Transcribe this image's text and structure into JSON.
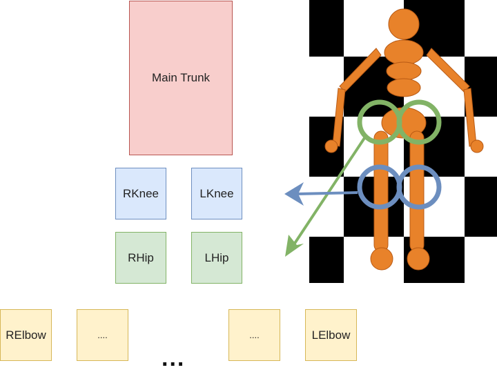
{
  "nodes": {
    "main_trunk": "Main Trunk",
    "rknee": "RKnee",
    "lknee": "LKnee",
    "rhip": "RHip",
    "lhip": "LHip",
    "relbow": "RElbow",
    "placeholder1": "....",
    "placeholder2": "....",
    "lelbow": "LElbow"
  },
  "ellipsis": "...",
  "colors": {
    "hip": "#82b366",
    "knee": "#6c8ebf",
    "figure": "#e8822a"
  }
}
